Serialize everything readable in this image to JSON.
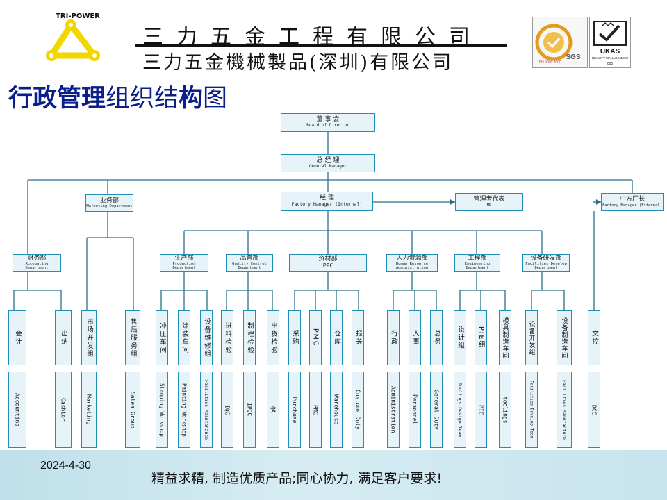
{
  "header": {
    "company_cn": "三力五金工程有限公司",
    "company_hk": "三力五金機械製品(深圳)有限公司",
    "logo_text": "TRI-POWER",
    "cert_sgs": "SGS",
    "cert_iso": "ISO 9001:2000",
    "cert_ukas": "UKAS",
    "cert_ukas_sub": "QUALITY MANAGEMENT",
    "cert_ukas_code": "005"
  },
  "title": {
    "bold_part": "行政管理",
    "normal_part": "组织结",
    "bold_part2": "构",
    "normal_part2": "图"
  },
  "org": {
    "board": {
      "cn": "董 事 会",
      "en": "Board of Director"
    },
    "gm": {
      "cn": "总 经 理",
      "en": "General Manager"
    },
    "factory_mgr": {
      "cn": "经 理",
      "en": "Factory Manager (Internal)"
    },
    "biz": {
      "cn": "业务部",
      "en": "Marketing Department"
    },
    "mgmt_rep": {
      "cn": "管理者代表",
      "en": "MR"
    },
    "cn_mgr": {
      "cn": "中方厂长",
      "en": "Factory Manager (External)"
    },
    "depts": [
      {
        "cn": "财务部",
        "en": "Accounting Department"
      },
      {
        "cn": "生产部",
        "en": "Production Department"
      },
      {
        "cn": "品管部",
        "en": "Quality Control Department"
      },
      {
        "cn": "资材部",
        "en": "PPC"
      },
      {
        "cn": "人力资源部",
        "en": "Human Resource Administration"
      },
      {
        "cn": "工程部",
        "en": "Engineering Department"
      },
      {
        "cn": "设备研发部",
        "en": "Facilities Develop Department"
      }
    ],
    "units": [
      {
        "cn": "会计",
        "en": "Accounting"
      },
      {
        "cn": "出纳",
        "en": "Cashier"
      },
      {
        "cn": "市场开发组",
        "en": "Marketing"
      },
      {
        "cn": "售后服务组",
        "en": "Sales Group"
      },
      {
        "cn": "冲压车间",
        "en": "Stamping Workshop"
      },
      {
        "cn": "涂装车间",
        "en": "Painting Workshop"
      },
      {
        "cn": "设备维修组",
        "en": "Facilities Maintenance"
      },
      {
        "cn": "进料检验",
        "en": "IQC"
      },
      {
        "cn": "制程检验",
        "en": "IPQC"
      },
      {
        "cn": "出货检验",
        "en": "QA"
      },
      {
        "cn": "采购",
        "en": "Purchase"
      },
      {
        "cn": "PMC",
        "en": "PMC"
      },
      {
        "cn": "仓库",
        "en": "Warehouse"
      },
      {
        "cn": "报关",
        "en": "Customs Duty"
      },
      {
        "cn": "行政",
        "en": "Administration"
      },
      {
        "cn": "人事",
        "en": "Personnel"
      },
      {
        "cn": "总务",
        "en": "General Duty"
      },
      {
        "cn": "设计组",
        "en": "Toolings Design Team"
      },
      {
        "cn": "PIE组",
        "en": "PIE"
      },
      {
        "cn": "模具制造车间",
        "en": "toolings"
      },
      {
        "cn": "设备开发组",
        "en": "Facilities Develop Team"
      },
      {
        "cn": "设备制造车间",
        "en": "Facilities Manufacture"
      },
      {
        "cn": "文控",
        "en": "DCC"
      }
    ]
  },
  "footer": {
    "date": "2024-4-30",
    "slogan": "精益求精, 制造优质产品;同心协力, 满足客户要求!"
  },
  "colors": {
    "title": "#0a1e8c",
    "box_border": "#1f8fb8",
    "box_fill": "#e6f4fa",
    "line": "#2a6f8c"
  }
}
